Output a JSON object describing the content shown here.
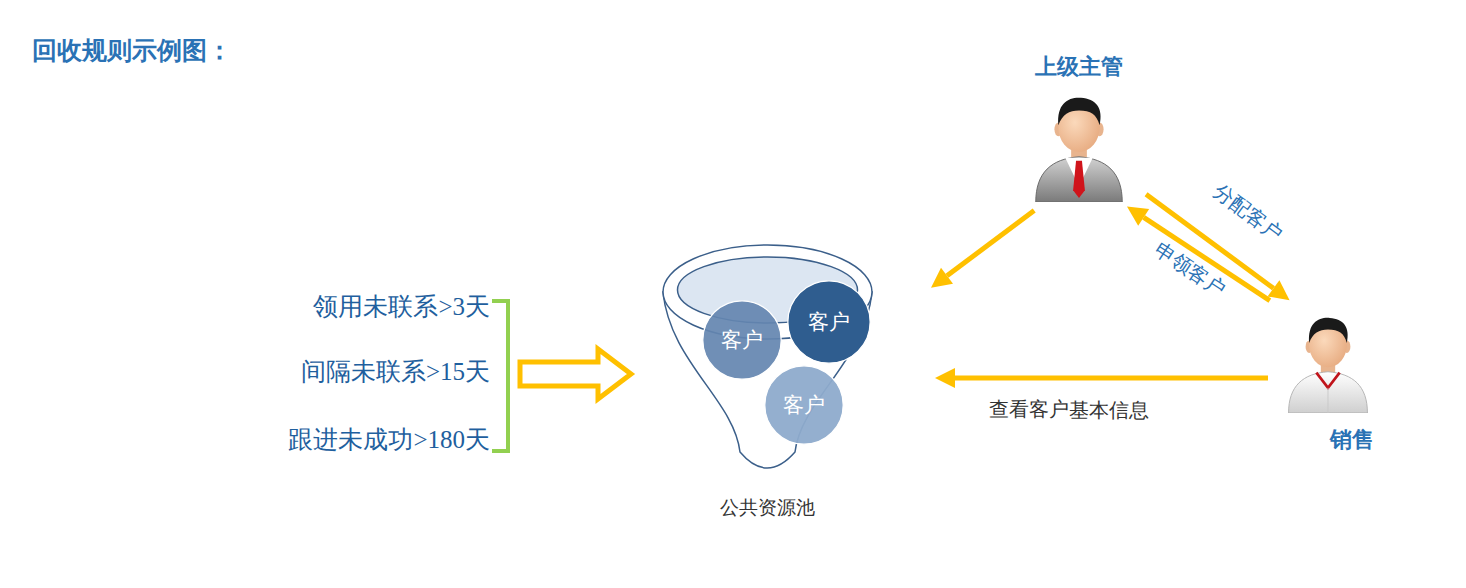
{
  "diagram": {
    "title": "回收规则示例图：",
    "nodes": [
      {
        "text": [
          "公共资源池"
        ]
      },
      {
        "text": [
          "客户"
        ],
        "in": 0
      },
      {
        "text": [
          "客户"
        ],
        "in": 0
      },
      {
        "text": [
          "客户"
        ],
        "in": 0
      },
      {
        "text": [
          "上级主管"
        ]
      },
      {
        "text": [
          "销售"
        ]
      }
    ],
    "edges": [
      {
        "from": 4,
        "to": 0,
        "arrow": "to"
      },
      {
        "from": 4,
        "to": 5,
        "label": "分配客户",
        "arrow": "to"
      },
      {
        "from": 5,
        "to": 4,
        "label": "申领客户",
        "arrow": "to"
      },
      {
        "from": 5,
        "to": 0,
        "label": "查看客户基本信息",
        "arrow": "to"
      }
    ],
    "labels": [
      "领用未联系>3天",
      "间隔未联系>15天",
      "跟进未成功>180天"
    ]
  }
}
